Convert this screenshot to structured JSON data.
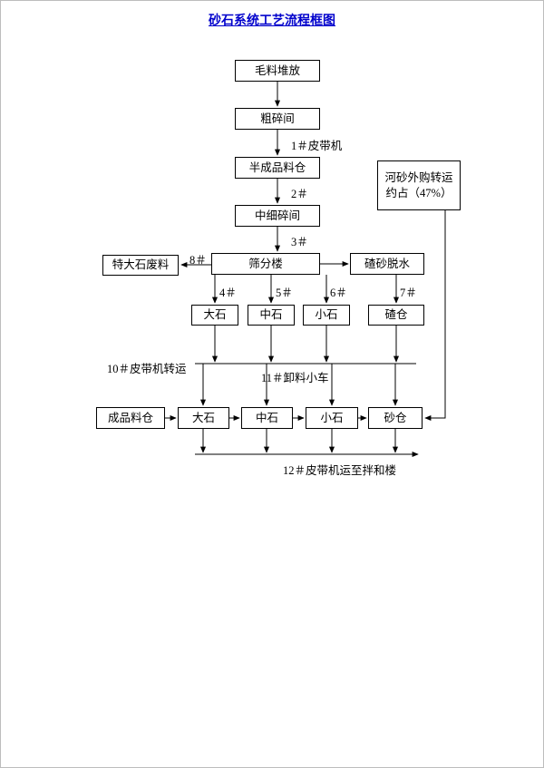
{
  "page": {
    "title": "砂石系统工艺流程框图"
  },
  "nodes": {
    "raw_pile": "毛料堆放",
    "coarse_crush": "粗碎间",
    "semi_product_silo": "半成品料仓",
    "mid_fine_crush": "中细碎间",
    "screening": "筛分楼",
    "oversize_waste": "特大石废料",
    "gravel_dewater": "碴砂脱水",
    "river_sand_1": "河砂外购转运",
    "river_sand_2": "约占（47%）",
    "big_stone_bin": "大石",
    "mid_stone_bin": "中石",
    "small_stone_bin": "小石",
    "gravel_silo": "碴仓",
    "product_silo": "成品料仓",
    "big_stone_silo": "大石",
    "mid_stone_silo": "中石",
    "small_stone_silo": "小石",
    "sand_silo": "砂仓"
  },
  "edge_labels": {
    "belt1": "1＃皮带机",
    "n2": "2＃",
    "n3": "3＃",
    "n4": "4＃",
    "n5": "5＃",
    "n6": "6＃",
    "n7": "7＃",
    "n8": "8＃",
    "belt10": "10＃皮带机转运",
    "trolley11": "11＃卸料小车",
    "belt12": "12＃皮带机运至拌和楼"
  }
}
